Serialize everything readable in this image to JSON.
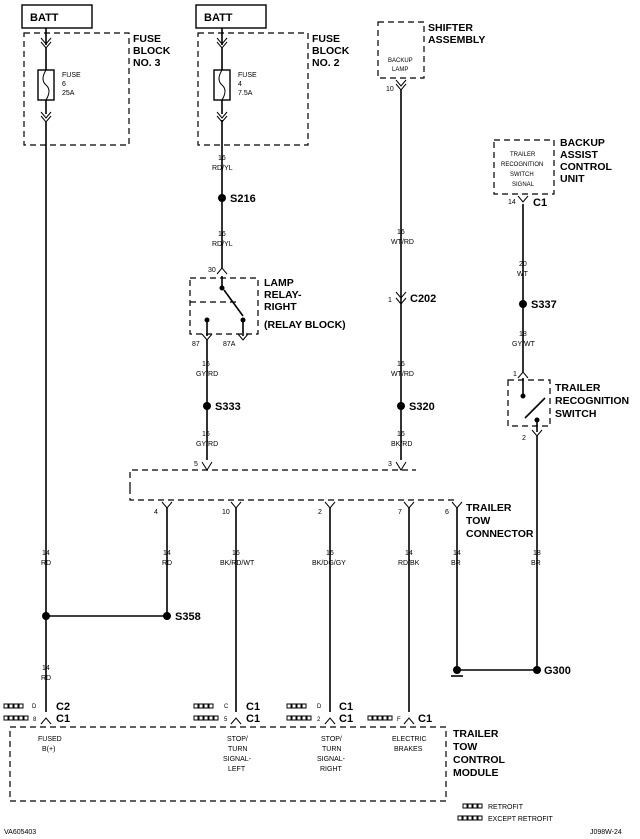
{
  "batt_labels": [
    "BATT",
    "BATT"
  ],
  "fuse_blocks": [
    {
      "name": [
        "FUSE",
        "BLOCK",
        "NO. 3"
      ],
      "fuse": [
        "FUSE",
        "6",
        "25A"
      ]
    },
    {
      "name": [
        "FUSE",
        "BLOCK",
        "NO. 2"
      ],
      "fuse": [
        "FUSE",
        "4",
        "7.5A"
      ]
    }
  ],
  "shifter": {
    "name": [
      "SHIFTER",
      "ASSEMBLY"
    ],
    "inner": [
      "BACKUP",
      "LAMP"
    ],
    "pin": "10"
  },
  "backup_assist": {
    "name": [
      "BACKUP",
      "ASSIST",
      "CONTROL",
      "UNIT"
    ],
    "inner": [
      "TRAILER",
      "RECOGNITION",
      "SWITCH",
      "SIGNAL"
    ],
    "pin": "14",
    "connector": "C1"
  },
  "relay": {
    "name": [
      "LAMP",
      "RELAY-",
      "RIGHT",
      "(RELAY BLOCK)"
    ],
    "pin_top": "30",
    "pin_87": "87",
    "pin_87a": "87A"
  },
  "trailer_switch": {
    "name": [
      "TRAILER",
      "RECOGNITION",
      "SWITCH"
    ],
    "pin_top": "1",
    "pin_bottom": "2"
  },
  "wire_labels": {
    "w_fuse2_top": [
      "16",
      "RD/YL"
    ],
    "w_fuse2_bottom": [
      "16",
      "RD/YL"
    ],
    "w_shifter": [
      "16",
      "WT/RD"
    ],
    "w_shifter_low": [
      "16",
      "WT/RD"
    ],
    "w_bacu": [
      "20",
      "WT"
    ],
    "w_switch": [
      "18",
      "GY/WT"
    ],
    "w_relay_out": [
      "16",
      "GY/RD"
    ],
    "w_relay_out_low": [
      "16",
      "GY/RD"
    ],
    "w_shifter_conn": [
      "16",
      "BK/RD"
    ],
    "w_c4": [
      "14",
      "RD"
    ],
    "w_c10": [
      "16",
      "BK/RD/WT"
    ],
    "w_c2": [
      "16",
      "BK/DG/GY"
    ],
    "w_c7": [
      "14",
      "RD/BK"
    ],
    "w_c6": [
      "14",
      "BR"
    ],
    "w_switch_gnd": [
      "18",
      "BR"
    ],
    "w_fuse3": [
      "14",
      "RD"
    ],
    "w_fuse3_low": [
      "14",
      "RD"
    ]
  },
  "splices": [
    "S216",
    "S337",
    "S333",
    "S320",
    "S358"
  ],
  "c202": {
    "label": "C202",
    "pin": "1"
  },
  "ground": "G300",
  "trailer_connector": {
    "name": [
      "TRAILER",
      "TOW",
      "CONNECTOR"
    ],
    "pins_top": [
      "5",
      "3"
    ],
    "pins_bottom": [
      "4",
      "10",
      "2",
      "7",
      "6"
    ]
  },
  "module": {
    "name": [
      "TRAILER",
      "TOW",
      "CONTROL",
      "MODULE"
    ],
    "pins": [
      {
        "label": [
          "FUSED",
          "B(+)"
        ],
        "conn_a": "C2",
        "conn_b": "C1",
        "pin_a": "D",
        "pin_b": "8"
      },
      {
        "label": [
          "STOP/",
          "TURN",
          "SIGNAL-",
          "LEFT"
        ],
        "conn_a": "C1",
        "conn_b": "C1",
        "pin_a": "C",
        "pin_b": "5"
      },
      {
        "label": [
          "STOP/",
          "TURN",
          "SIGNAL-",
          "RIGHT"
        ],
        "conn_a": "C1",
        "conn_b": "C1",
        "pin_a": "D",
        "pin_b": "2"
      },
      {
        "label": [
          "ELECTRIC",
          "BRAKES"
        ],
        "conn_a": "C1",
        "pin_a": "F"
      }
    ]
  },
  "legend": {
    "retrofit": "RETROFIT",
    "except_retrofit": "EXCEPT RETROFIT"
  },
  "footer": {
    "left": "VA605403",
    "right": "J098W-24"
  }
}
